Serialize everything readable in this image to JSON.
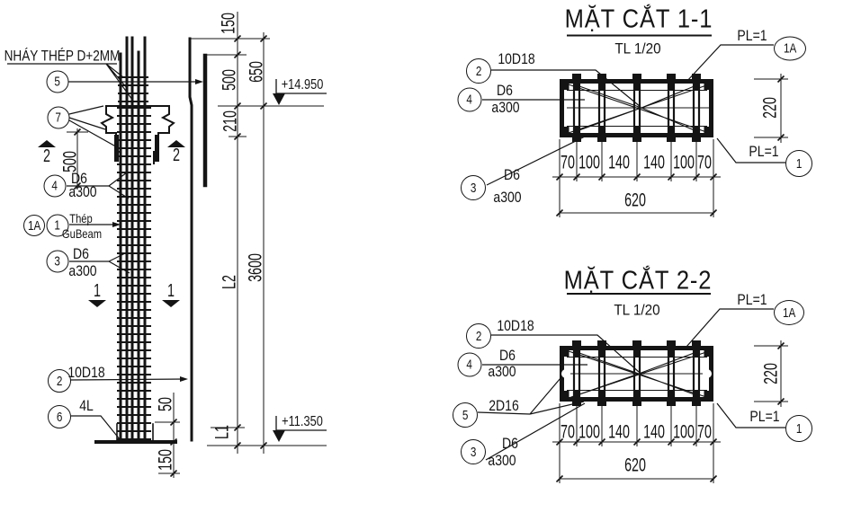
{
  "ev": {
    "note": "NHÁY THÉP D+2MM",
    "b5": "5",
    "b7": "7",
    "b4": "4",
    "b1a": "1A",
    "b1": "1",
    "b3": "3",
    "b2": "2",
    "b6": "6",
    "m2l": "2",
    "m2r": "2",
    "m1l": "1",
    "m1r": "1",
    "d6a": "D6",
    "a300a": "a300",
    "thep": "Thép",
    "gubeam": "GuBeam",
    "d6b": "D6",
    "a300b": "a300",
    "bars": "10D18",
    "plate": "4L",
    "dim150": "150",
    "dim650": "650",
    "dim500l": "500",
    "dim500": "500",
    "dim210": "210",
    "dimL2": "L2",
    "dim3600": "3600",
    "dimL1": "L1",
    "dim50": "50",
    "dim150b": "150",
    "lvl_top": "+14.950",
    "lvl_bot": "+11.350"
  },
  "s1": {
    "title": "MẶT CẮT 1-1",
    "scale": "TL 1/20",
    "b2": "2",
    "b4": "4",
    "b3": "3",
    "b1a": "1A",
    "b1": "1",
    "bars": "10D18",
    "d6a": "D6",
    "a300a": "a300",
    "d6b": "D6",
    "a300b": "a300",
    "pl_top": "PL=1",
    "pl_bot": "PL=1",
    "h220": "220",
    "w620": "620",
    "parts": [
      "70",
      "100",
      "140",
      "140",
      "100",
      "70"
    ]
  },
  "s2": {
    "title": "MẶT CẮT 2-2",
    "scale": "TL 1/20",
    "b2": "2",
    "b4": "4",
    "b5": "5",
    "b3": "3",
    "b1a": "1A",
    "b1": "1",
    "bars": "10D18",
    "bars2": "2D16",
    "d6a": "D6",
    "a300a": "a300",
    "d6b": "D6",
    "a300b": "a300",
    "pl_top": "PL=1",
    "pl_bot": "PL=1",
    "h220": "220",
    "w620": "620",
    "parts": [
      "70",
      "100",
      "140",
      "140",
      "100",
      "70"
    ]
  }
}
